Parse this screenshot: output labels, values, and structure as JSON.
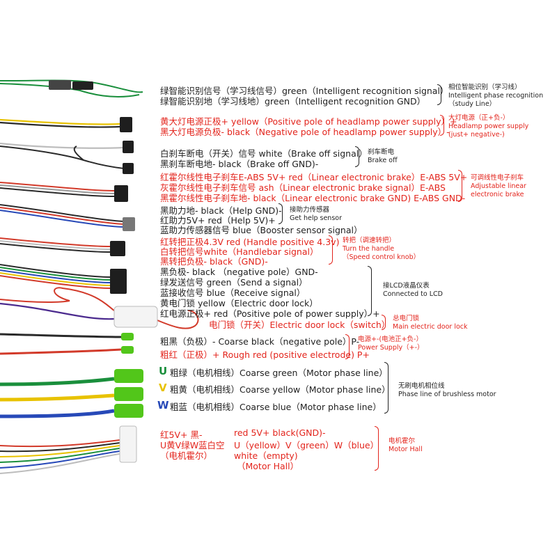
{
  "colors": {
    "red": "#e3241c",
    "black": "#222222",
    "green": "#1a8f3c",
    "yellow": "#e8c200",
    "blue": "#2749b8",
    "purple": "#4b2a8e",
    "connector": "#1e1e1e",
    "tip": "#52c61a"
  },
  "groups": [
    {
      "lines": [
        "绿智能识别信号（学习线信号）green（Intelligent recognition signal）",
        "绿智能识别地（学习线地）green（Intelligent recognition GND）"
      ],
      "note": [
        "相位智能识别（学习线）",
        "Intelligent phase recognition",
        "（study Line）"
      ]
    },
    {
      "lines": [
        "黄大灯电源正极+ yellow（Positive pole of headlamp power supply）+",
        "黑大灯电源负极- black（Negative pole of headlamp power supply）-"
      ],
      "note": [
        "大灯电源（正+负-）",
        "Headlamp power supply",
        "(just+ negative-)"
      ]
    },
    {
      "lines": [
        "白刹车断电（开关）信号 white（Brake off signal）",
        "黑刹车断电地- black（Brake off GND)-"
      ],
      "note": [
        "刹车断电",
        "Brake off"
      ]
    },
    {
      "lines": [
        "红霍尔线性电子刹车E-ABS 5V+ red（Linear electronic brake）E-ABS 5V+",
        "灰霍尔线性电子刹车信号 ash（Linear electronic brake signal）E-ABS",
        "黑霍尔线性电子刹车地- black（Linear electronic brake GND) E-ABS GND-"
      ],
      "note": [
        "可调线性电子刹车",
        "Adjustable linear",
        "electronic brake"
      ]
    },
    {
      "lines": [
        "黑助力地- black（Help GND)-",
        "红助力5V+ red（Help 5V)+",
        "蓝助力传感器信号 blue（Booster sensor signal）"
      ],
      "note": [
        "接助力传感器",
        "Get help sensor"
      ]
    },
    {
      "lines": [
        "红转把正极4.3V red (Handle positive 4.3v)",
        "白转把信号white（Handlebar signal）",
        "黑转把负极- black（GND)-"
      ],
      "note": [
        "转把（调速转把）",
        "Turn the handle",
        "（Speed control knob）"
      ]
    },
    {
      "lines": [
        "黑负极-  black （negative pole）GND-",
        "绿发送信号 green（Send a signal）",
        "蓝接收信号 blue（Receive signal）",
        "黄电门锁 yellow（Electric door lock）",
        "红电源正极+ red（Positive pole of power supply）+"
      ],
      "note": [
        "接LCD液晶仪表",
        "Connected to LCD"
      ]
    },
    {
      "lines": [
        "电门锁（开关）Electric door lock（switch）"
      ],
      "note": [
        "总电门锁",
        "Main electric door lock"
      ]
    },
    {
      "lines": [
        "粗黑（负极）- Coarse black（negative pole）P-",
        "粗红（正极）+ Rough red (positive electrode) P+"
      ],
      "note": [
        "电源+-(电池正+负-）",
        "Power Supply（+-）"
      ]
    },
    {
      "letters": [
        "U",
        "V",
        "W"
      ],
      "lines": [
        "粗绿（电机相线）Coarse green（Motor phase line）",
        "粗黄（电机相线）Coarse yellow（Motor phase line）",
        "粗蓝（电机相线）Coarse blue（Motor phase line）"
      ],
      "note": [
        "无刷电机相位线",
        "Phase line of brushless motor"
      ]
    },
    {
      "left": [
        "红5V+ 黑-",
        "U黄V绿W蓝白空",
        "（电机霍尔）"
      ],
      "right": [
        "red 5V+ black(GND)-",
        "U（yellow）V（green）W（blue）",
        "white（empty)",
        "（Motor Hall）"
      ],
      "note": [
        "电机霍尔",
        "Motor Hall"
      ]
    }
  ]
}
